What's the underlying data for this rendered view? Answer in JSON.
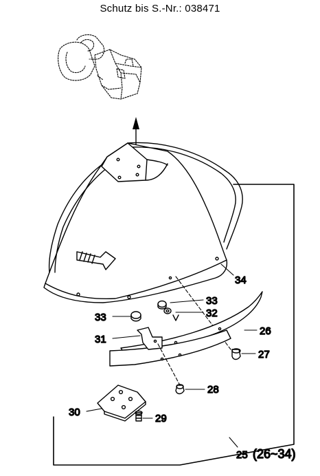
{
  "title": "Schutz bis S.-Nr.: 038471",
  "labels": {
    "p25": "25",
    "p25_range": "(26~34)",
    "p26": "26",
    "p27": "27",
    "p28": "28",
    "p29": "29",
    "p30": "30",
    "p31": "31",
    "p32": "32",
    "p33a": "33",
    "p33b": "33",
    "p34": "34"
  }
}
